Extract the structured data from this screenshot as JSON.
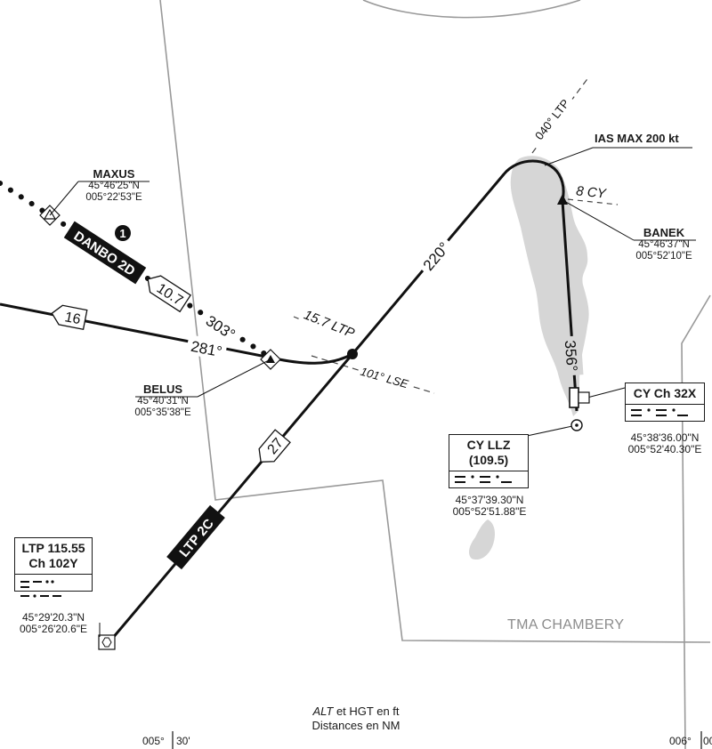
{
  "waypoints": {
    "maxus": {
      "name": "MAXUS",
      "lat": "45°46'25\"N",
      "lon": "005°22'53\"E"
    },
    "belus": {
      "name": "BELUS",
      "lat": "45°40'31\"N",
      "lon": "005°35'38\"E"
    },
    "banek": {
      "name": "BANEK",
      "lat": "45°46'37\"N",
      "lon": "005°52'10\"E"
    }
  },
  "navaids": {
    "ltp": {
      "line1": "LTP 115.55",
      "line2": "Ch 102Y",
      "lat": "45°29'20.3\"N",
      "lon": "005°26'20.6\"E"
    },
    "cy_llz": {
      "line1": "CY LLZ",
      "line2": "(109.5)",
      "lat": "45°37'39.30\"N",
      "lon": "005°52'51.88\"E"
    },
    "cy_dme": {
      "line1": "CY Ch 32X",
      "lat": "45°38'36.00\"N",
      "lon": "005°52'40.30\"E"
    }
  },
  "procedures": {
    "danbo": "DANBO 2D",
    "ltp2c": "LTP 2C",
    "note_number": "1"
  },
  "bearings": {
    "b220": "220°",
    "b303": "303°",
    "b281": "281°",
    "b356": "356°",
    "radial_040": "040° LTP",
    "radial_101": "101° LSE",
    "dist_157": "15.7 LTP",
    "dist_8cy": "8 CY"
  },
  "distances": {
    "d107": "10.7",
    "d16": "16",
    "d27": "27"
  },
  "speed_restriction": "IAS MAX 200 kt",
  "airspace": "TMA CHAMBERY",
  "footer": {
    "line1_italic": "ALT",
    "line1_rest": " et HGT en ft",
    "line2": "Distances en NM"
  },
  "scale": {
    "left_deg": "005°",
    "left_min": "30'",
    "right_deg": "006°",
    "right_min": "00"
  }
}
